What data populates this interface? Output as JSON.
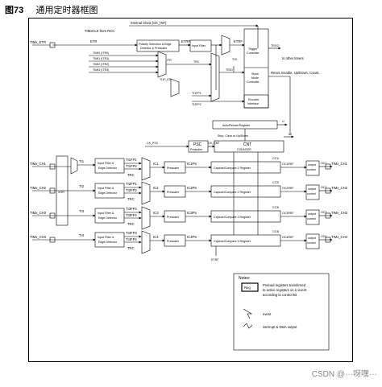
{
  "header": {
    "fig_label": "图73",
    "title": "通用定时器框图"
  },
  "inputs": {
    "etr": "TIMx_ETR",
    "ch1": "TIMx_CH1",
    "ch2": "TIMx_CH2",
    "ch3": "TIMx_CH3",
    "ch4": "TIMx_CH4"
  },
  "outputs": {
    "ch1": "TIMx_CH1",
    "ch2": "TIMx_CH2",
    "ch3": "TIMx_CH3",
    "ch4": "TIMx_CH4"
  },
  "top": {
    "internal_clock": "Internal Clock (CK_INT)",
    "timxclk": "TIMxCLK from RCC",
    "etr": "ETR",
    "etrp": "ETRP",
    "etrf": "ETRF",
    "polarity_l1": "Polarity Selection & Edge",
    "polarity_l2": "Detector & Prescaler",
    "input_filter": "Input Filter",
    "itr0": "TIMI0 (ITR0)",
    "itr1": "TIMI1 (ITR1)",
    "itr2": "TIMI2 (ITR2)",
    "itr3": "TIMI3 (ITR3)",
    "itr": "ITR",
    "trc": "TRC",
    "ti1f_ed": "TI1F_ED",
    "ti1fp1": "TI1FP1",
    "ti2fp2": "TI2FP2",
    "trgi": "TRGI",
    "tgi": "TGI",
    "trigger_l1": "Trigger",
    "trigger_l2": "Controller",
    "slave_l1": "Slave",
    "slave_l2": "Mode",
    "slave_l3": "Controller",
    "encoder_l1": "Encoder",
    "encoder_l2": "Interface",
    "trgo": "TRGO",
    "to_other": "to other timers",
    "reset_modes": "Reset, Enable, Up/Down, Count,"
  },
  "counter": {
    "autoreload": "Auto/Reload Register",
    "stop_clear": "Stop, Clear or Up/Down",
    "u": "U",
    "ui": "UI",
    "ck_psc": "CK_PSC",
    "psc": "PSC",
    "prescaler": "Prescaler",
    "ck_cnt": "CK_CNT",
    "cnt": "CNT",
    "cnt_counter": "COUNTER"
  },
  "channels": [
    {
      "ti": "TI1",
      "fp_a": "TI1FP1",
      "fp_b": "TI1FP2",
      "trc": "TRC",
      "ic": "IC1",
      "icps": "IC1PS",
      "cc": "CC1I",
      "ccr": "Capture/Compare 1 Register",
      "ocref": "OC1REF",
      "oc": "OC1",
      "filter_l1": "Input Filter &",
      "filter_l2": "Edge Detector",
      "prescaler": "Prescaler",
      "out_l1": "output",
      "out_l2": "control"
    },
    {
      "ti": "TI2",
      "fp_a": "TI2FP1",
      "fp_b": "TI2FP2",
      "trc": "TRC",
      "ic": "IC2",
      "icps": "IC2PS",
      "cc": "CC2I",
      "ccr": "Capture/Compare 2 Register",
      "ocref": "OC2REF",
      "oc": "OC2",
      "filter_l1": "Input Filter &",
      "filter_l2": "Edge Detector",
      "prescaler": "Prescaler",
      "out_l1": "output",
      "out_l2": "control"
    },
    {
      "ti": "TI3",
      "fp_a": "TI3FP3",
      "fp_b": "TI3FP4",
      "trc": "TRC",
      "ic": "IC3",
      "icps": "IC3PS",
      "cc": "CC3I",
      "ccr": "Capture/Compare 3 Register",
      "ocref": "OC3REF",
      "oc": "OC3",
      "filter_l1": "Input Filter &",
      "filter_l2": "Edge Detector",
      "prescaler": "Prescaler",
      "out_l1": "output",
      "out_l2": "control"
    },
    {
      "ti": "TI4",
      "fp_a": "TI4FP3",
      "fp_b": "TI4FP4",
      "trc": "TRC",
      "ic": "IC4",
      "icps": "IC4PS",
      "cc": "CC4I",
      "ccr": "Capture/Compare 4 Register",
      "ocref": "OC4REF",
      "oc": "OC4",
      "filter_l1": "Input Filter &",
      "filter_l2": "Edge Detector",
      "prescaler": "Prescaler",
      "out_l1": "output",
      "out_l2": "control"
    }
  ],
  "misc": {
    "xor": "XOR",
    "etrf_bottom": "ETRF"
  },
  "notes": {
    "title": "Notes:",
    "reg": "Reg",
    "reg_desc_l1": "Preload registers transferred",
    "reg_desc_l2": "to active registers on U event",
    "reg_desc_l3": "according to control bit",
    "event": "event",
    "interrupt": "interrupt & DMA output"
  },
  "watermark": "CSDN @···呀嘿···"
}
